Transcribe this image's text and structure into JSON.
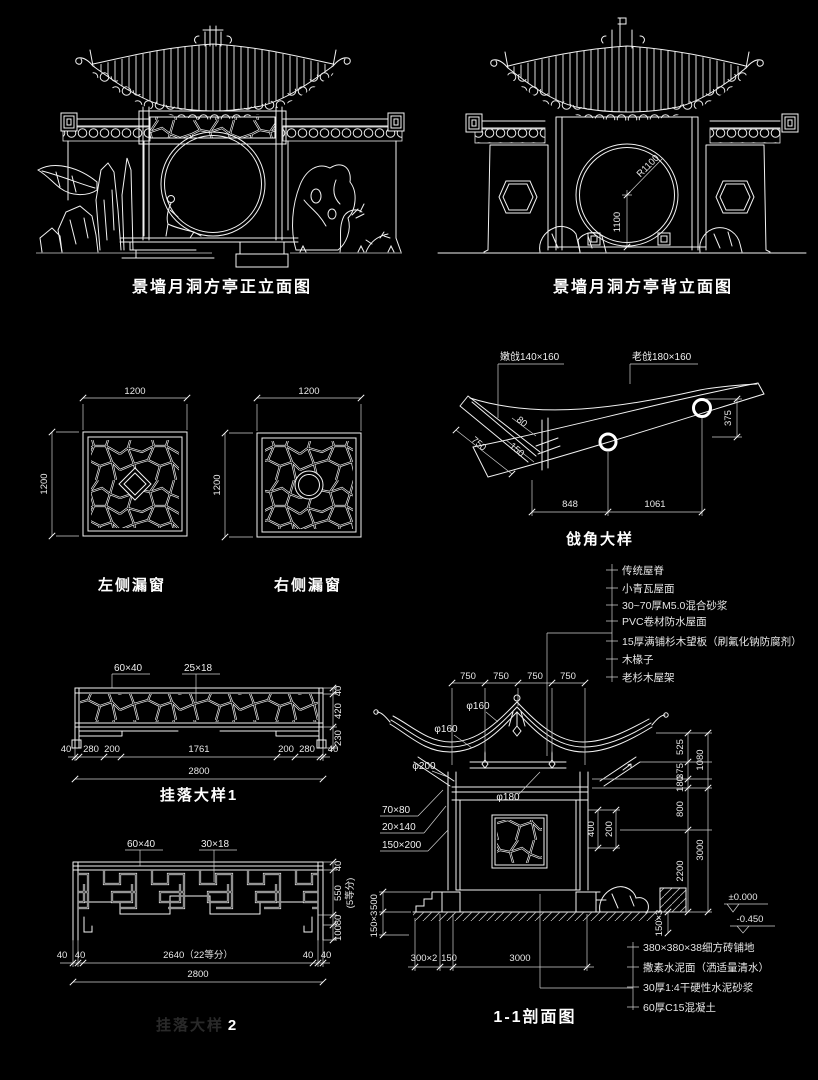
{
  "page": {
    "background": "#000000",
    "line_color": "#ffffff"
  },
  "front_elevation": {
    "title": "景墙月洞方亭正立面图"
  },
  "back_elevation": {
    "title": "景墙月洞方亭背立面图",
    "radius_label": "R1100",
    "height_dim": "1100"
  },
  "left_window": {
    "title": "左侧漏窗",
    "width_dim": "1200",
    "height_dim": "1200"
  },
  "right_window": {
    "title": "右侧漏窗",
    "width_dim": "1200",
    "height_dim": "1200"
  },
  "corner_detail": {
    "title": "戗角大样",
    "nenqiang_label": "嫩戗140×160",
    "laoqiang_label": "老戗180×160",
    "dim_750": "750",
    "dim_80": "80",
    "dim_150": "150",
    "dim_848": "848",
    "dim_1061": "1061",
    "dim_375": "375"
  },
  "gualuo1": {
    "title": "挂落大样1",
    "frame_label": "60×40",
    "lattice_label": "25×18",
    "dims": [
      "40",
      "280",
      "200",
      "1761",
      "200",
      "280",
      "40"
    ],
    "total_dim": "2800",
    "right_dims": [
      "40",
      "420",
      "230"
    ]
  },
  "gualuo2": {
    "title_faded": "挂落大样",
    "title_number": "2",
    "frame_label": "60×40",
    "lattice_label": "30×18",
    "left_dims": [
      "40",
      "40"
    ],
    "center_dim": "2640（22等分）",
    "right_end_dims": [
      "40",
      "40"
    ],
    "total_dim": "2800",
    "right_dims": [
      "40",
      "550",
      "(5等分)",
      "80",
      "100"
    ]
  },
  "section": {
    "title": "1-1剖面图",
    "roof_layers": [
      "传统屋脊",
      "小青瓦屋面",
      "30~70厚M5.0混合砂浆",
      "PVC卷材防水屋面",
      "15厚满铺杉木望板（刷氟化钠防腐剂）",
      "木椽子",
      "老杉木屋架"
    ],
    "floor_layers": [
      "380×380×38细方砖铺地",
      "撒素水泥面（洒适量清水）",
      "30厚1:4干硬性水泥砂浆",
      "60厚C15混凝土"
    ],
    "top_dims": [
      "750",
      "750",
      "750",
      "750"
    ],
    "phi_160a": "φ160",
    "phi_160b": "φ160",
    "phi_200": "φ200",
    "phi_180": "φ180",
    "member_labels": [
      "70×80",
      "20×140",
      "150×200"
    ],
    "right_inner_dims": [
      "525",
      "375",
      "180",
      "800",
      "2200"
    ],
    "right_outer_dims": [
      "1080",
      "3000"
    ],
    "level_zero": "±0.000",
    "level_neg": "-0.450",
    "bottom_dims": [
      "300×2",
      "150",
      "3000"
    ],
    "left_height_dims": [
      "500",
      "150×3"
    ],
    "right_height_dim": "150×3",
    "mid_dims": [
      "400",
      "200"
    ]
  }
}
